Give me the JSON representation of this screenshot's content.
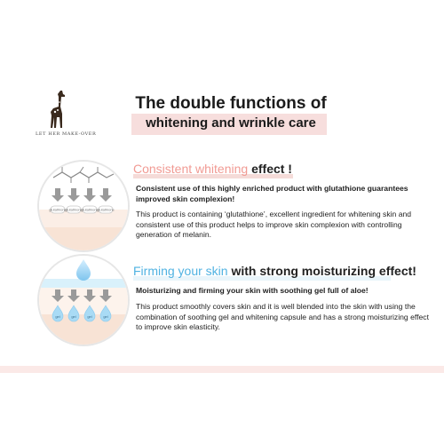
{
  "brand": {
    "name": "LET HER MAKE-OVER",
    "logo_icon": "giraffe-icon"
  },
  "title": {
    "line1": "The double functions of",
    "line2": "whitening and wrinkle care",
    "highlight_color": "#f7dedd"
  },
  "sections": [
    {
      "heading_highlight": "Consistent whitening",
      "heading_rest": " effect !",
      "highlight_color": "#f19a93",
      "illustration_icon": "molecule-skin-layers-icon",
      "capsule_label": "glutathione",
      "paragraphs": [
        "Consistent use of this highly enriched product with glutathione guarantees improved skin complexion!",
        "This product is containing ‘glutathione’, excellent ingredient for whitening skin and consistent use of this product helps to improve skin complexion with controlling generation of melanin."
      ]
    },
    {
      "heading_highlight": "Firming your skin",
      "heading_rest": " with strong moisturizing effect!",
      "highlight_color": "#4fb2e2",
      "illustration_icon": "water-drop-skin-layers-icon",
      "capsule_label": "gel",
      "paragraphs": [
        "Moisturizing and firming your skin with soothing gel full of aloe!",
        "This product smoothly covers skin and it is well blended into the skin with using the combination of soothing gel and whitening capsule and has a strong moisturizing effect to improve skin elasticity."
      ]
    }
  ],
  "colors": {
    "pink": "#f19a93",
    "blue": "#4fb2e2",
    "band": "#fbe9e7"
  }
}
